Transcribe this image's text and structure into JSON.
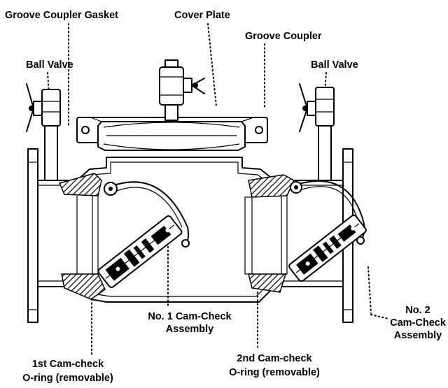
{
  "labels": {
    "groove_coupler_gasket": "Groove Coupler Gasket",
    "cover_plate": "Cover Plate",
    "groove_coupler": "Groove Coupler",
    "ball_valve_left": "Ball Valve",
    "ball_valve_right": "Ball Valve",
    "no1_cam_check": [
      "No. 1 Cam-Check",
      "Assembly"
    ],
    "no2_cam_check": [
      "No. 2",
      "Cam-Check",
      "Assembly"
    ],
    "first_oring": [
      "1st Cam-check",
      "O-ring (removable)"
    ],
    "second_oring": [
      "2nd Cam-check",
      "O-ring (removable)"
    ]
  },
  "colors": {
    "line": "#000000",
    "background": "#ffffff"
  }
}
